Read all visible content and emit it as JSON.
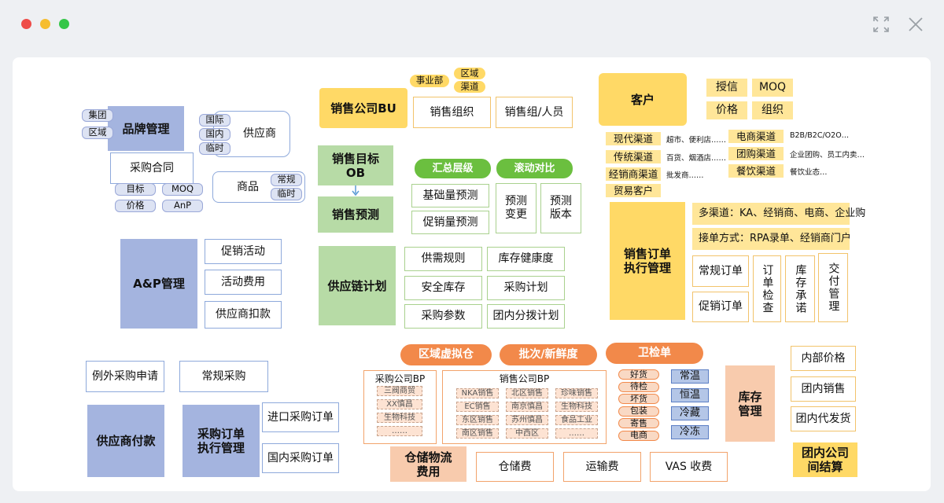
{
  "sales": {
    "bu_tags": [
      "事业部",
      "区域",
      "渠道"
    ],
    "bu": "销售公司BU",
    "org": "销售组织",
    "group": "销售组/人员",
    "ob": "销售目标\nOB",
    "forecast": "销售预测",
    "summary": "汇总层级",
    "rolling": "滚动对比",
    "base": "基础量预测",
    "promo": "促销量预测",
    "change": "预测\n变更",
    "version": "预测\n版本"
  },
  "brand": {
    "tags": [
      "集团",
      "区域"
    ],
    "title": "品牌管理",
    "supplier_tags": [
      "国际",
      "国内",
      "临时"
    ],
    "supplier": "供应商",
    "contract": "采购合同",
    "goods": "商品",
    "goods_tags": [
      "常规",
      "临时"
    ],
    "small": [
      "目标",
      "MOQ",
      "价格",
      "AnP"
    ]
  },
  "anp": {
    "title": "A&P管理",
    "items": [
      "促销活动",
      "活动费用",
      "供应商扣款"
    ]
  },
  "supply": {
    "title": "供应链计划",
    "items": [
      "供需规则",
      "库存健康度",
      "安全库存",
      "采购计划",
      "采购参数",
      "团内分拨计划"
    ]
  },
  "customer": {
    "title": "客户",
    "tags": [
      "授信",
      "MOQ",
      "价格",
      "组织"
    ],
    "channels": [
      {
        "name": "现代渠道",
        "desc": "超市、便利店……"
      },
      {
        "name": "传统渠道",
        "desc": "百货、烟酒店……"
      },
      {
        "name": "经销商渠道",
        "desc": "批发商……"
      },
      {
        "name": "贸易客户",
        "desc": ""
      }
    ],
    "channels2": [
      {
        "name": "电商渠道",
        "desc": "B2B/B2C/O2O…"
      },
      {
        "name": "团购渠道",
        "desc": "企业团购、员工内卖…"
      },
      {
        "name": "餐饮渠道",
        "desc": "餐饮业态…"
      }
    ]
  },
  "order": {
    "title": "销售订单\n执行管理",
    "multi": "多渠道：KA、经销商、电商、企业购",
    "receive": "接单方式：RPA录单、经销商门户",
    "normal": "常规订单",
    "promo": "促销订单",
    "vert": [
      "订单检查",
      "库存承诺",
      "交付管理"
    ]
  },
  "purchase": {
    "exception": "例外采购申请",
    "regular": "常规采购",
    "payment": "供应商付款",
    "order": "采购订单\n执行管理",
    "import": "进口采购订单",
    "domestic": "国内采购订单"
  },
  "warehouse": {
    "region": "区域虚拟仓",
    "batch": "批次/新鲜度",
    "check": "卫检单",
    "bp1": "采购公司BP",
    "bp1_items": [
      "三阀商贸",
      "XX慎昌",
      "生物科技",
      "……"
    ],
    "bp2": "销售公司BP",
    "bp2_items": [
      "NKA销售",
      "北区销售",
      "珍味销售",
      "EC销售",
      "南京慎昌",
      "生物科技",
      "东区销售",
      "苏州慎昌",
      "食品工业",
      "南区销售",
      "中西区",
      "……"
    ],
    "status": [
      "好货",
      "待检",
      "坏货",
      "包装",
      "寄售",
      "电商"
    ],
    "temp": [
      "常温",
      "恒温",
      "冷藏",
      "冷冻"
    ],
    "inv": "库存\n管理",
    "logistics": "仓储物流\n费用",
    "fees": [
      "仓储费",
      "运输费",
      "VAS 收费"
    ]
  },
  "internal": {
    "items": [
      "内部价格",
      "团内销售",
      "团内代发货"
    ],
    "settle": "团内公司\n间结算"
  }
}
